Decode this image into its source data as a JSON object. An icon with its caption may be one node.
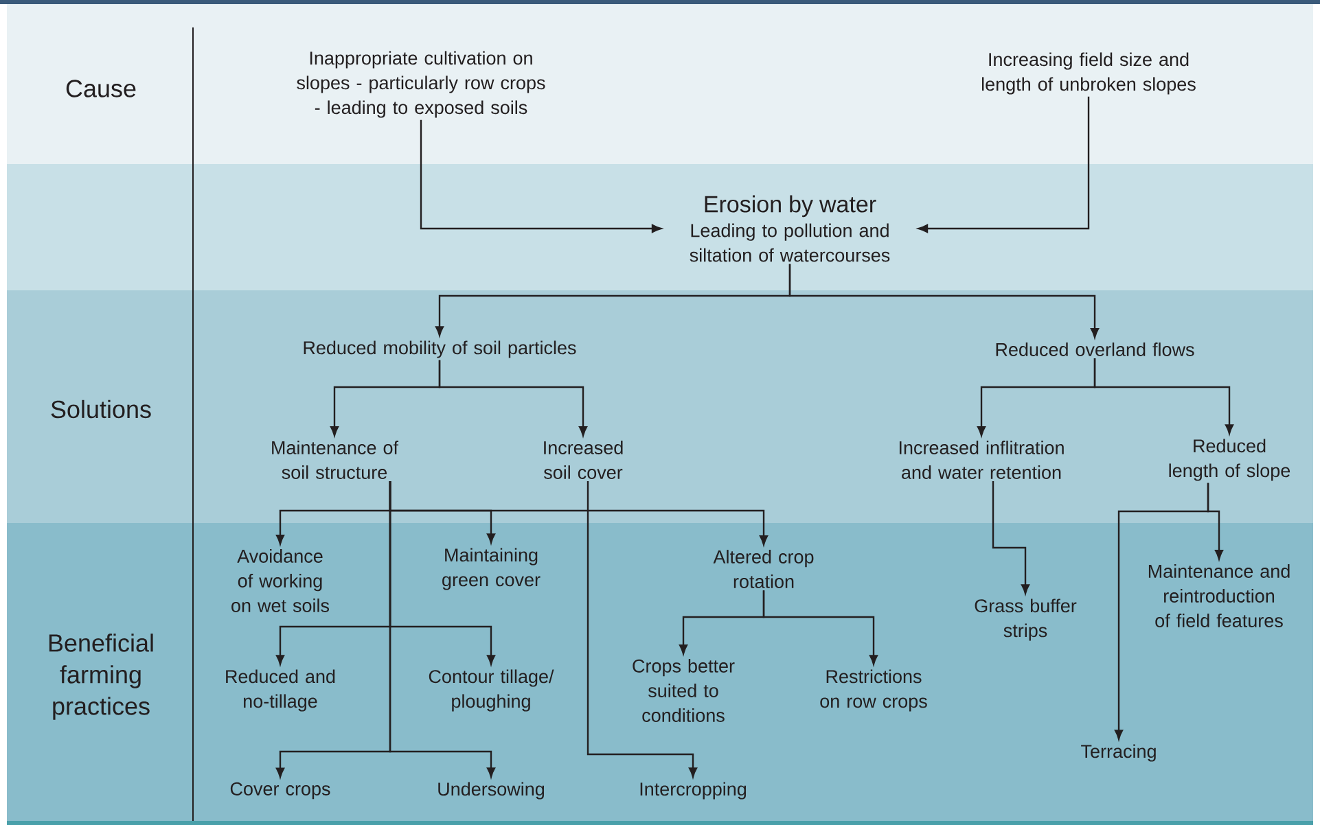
{
  "diagram": {
    "nodes": [
      {
        "text": [
          "Inappropriate cultivation on slopes - particularly row crops - leading to exposed soils"
        ]
      },
      {
        "text": [
          "Increasing field size and length of unbroken slopes"
        ]
      },
      {
        "text": [
          "Erosion by water",
          "Leading to pollution and siltation of watercourses"
        ]
      },
      {
        "text": [
          "Reduced mobility of soil particles"
        ]
      },
      {
        "text": [
          "Reduced overland flows"
        ]
      },
      {
        "text": [
          "Maintenance of soil structure"
        ]
      },
      {
        "text": [
          "Increased soil cover"
        ]
      },
      {
        "text": [
          "Increased inflitration and water retention"
        ]
      },
      {
        "text": [
          "Reduced length of slope"
        ]
      },
      {
        "text": [
          "Avoidance of working on wet soils"
        ]
      },
      {
        "text": [
          "Maintaining green cover"
        ]
      },
      {
        "text": [
          "Altered crop rotation"
        ]
      },
      {
        "text": [
          "Reduced and no-tillage"
        ]
      },
      {
        "text": [
          "Contour tillage/ ploughing"
        ]
      },
      {
        "text": [
          "Crops better suited to conditions"
        ]
      },
      {
        "text": [
          "Restrictions on row crops"
        ]
      },
      {
        "text": [
          "Grass buffer strips"
        ]
      },
      {
        "text": [
          "Maintenance and reintroduction of field features"
        ]
      },
      {
        "text": [
          "Terracing"
        ]
      },
      {
        "text": [
          "Cover crops"
        ]
      },
      {
        "text": [
          "Undersowing"
        ]
      },
      {
        "text": [
          "Intercropping"
        ]
      }
    ],
    "edges": [
      {
        "from": 0,
        "to": 2,
        "arrow": "to"
      },
      {
        "from": 1,
        "to": 2,
        "arrow": "to"
      },
      {
        "from": 2,
        "to": 3,
        "arrow": "to"
      },
      {
        "from": 2,
        "to": 4,
        "arrow": "to"
      },
      {
        "from": 3,
        "to": 5,
        "arrow": "to"
      },
      {
        "from": 3,
        "to": 6,
        "arrow": "to"
      },
      {
        "from": 4,
        "to": 7,
        "arrow": "to"
      },
      {
        "from": 4,
        "to": 8,
        "arrow": "to"
      },
      {
        "from": 5,
        "to": 9,
        "arrow": "to"
      },
      {
        "from": 5,
        "to": 10,
        "arrow": "to"
      },
      {
        "from": 5,
        "to": 11,
        "arrow": "to"
      },
      {
        "from": 5,
        "to": 12,
        "arrow": "to"
      },
      {
        "from": 5,
        "to": 13,
        "arrow": "to"
      },
      {
        "from": 5,
        "to": 19,
        "arrow": "to"
      },
      {
        "from": 5,
        "to": 20,
        "arrow": "to"
      },
      {
        "from": 6,
        "to": 21,
        "arrow": "to"
      },
      {
        "from": 7,
        "to": 16,
        "arrow": "to"
      },
      {
        "from": 8,
        "to": 17,
        "arrow": "to"
      },
      {
        "from": 8,
        "to": 18,
        "arrow": "to"
      },
      {
        "from": 11,
        "to": 14,
        "arrow": "to"
      },
      {
        "from": 11,
        "to": 15,
        "arrow": "to"
      }
    ],
    "labels": [
      "Cause",
      "Solutions",
      "Beneficial farming practices"
    ]
  }
}
